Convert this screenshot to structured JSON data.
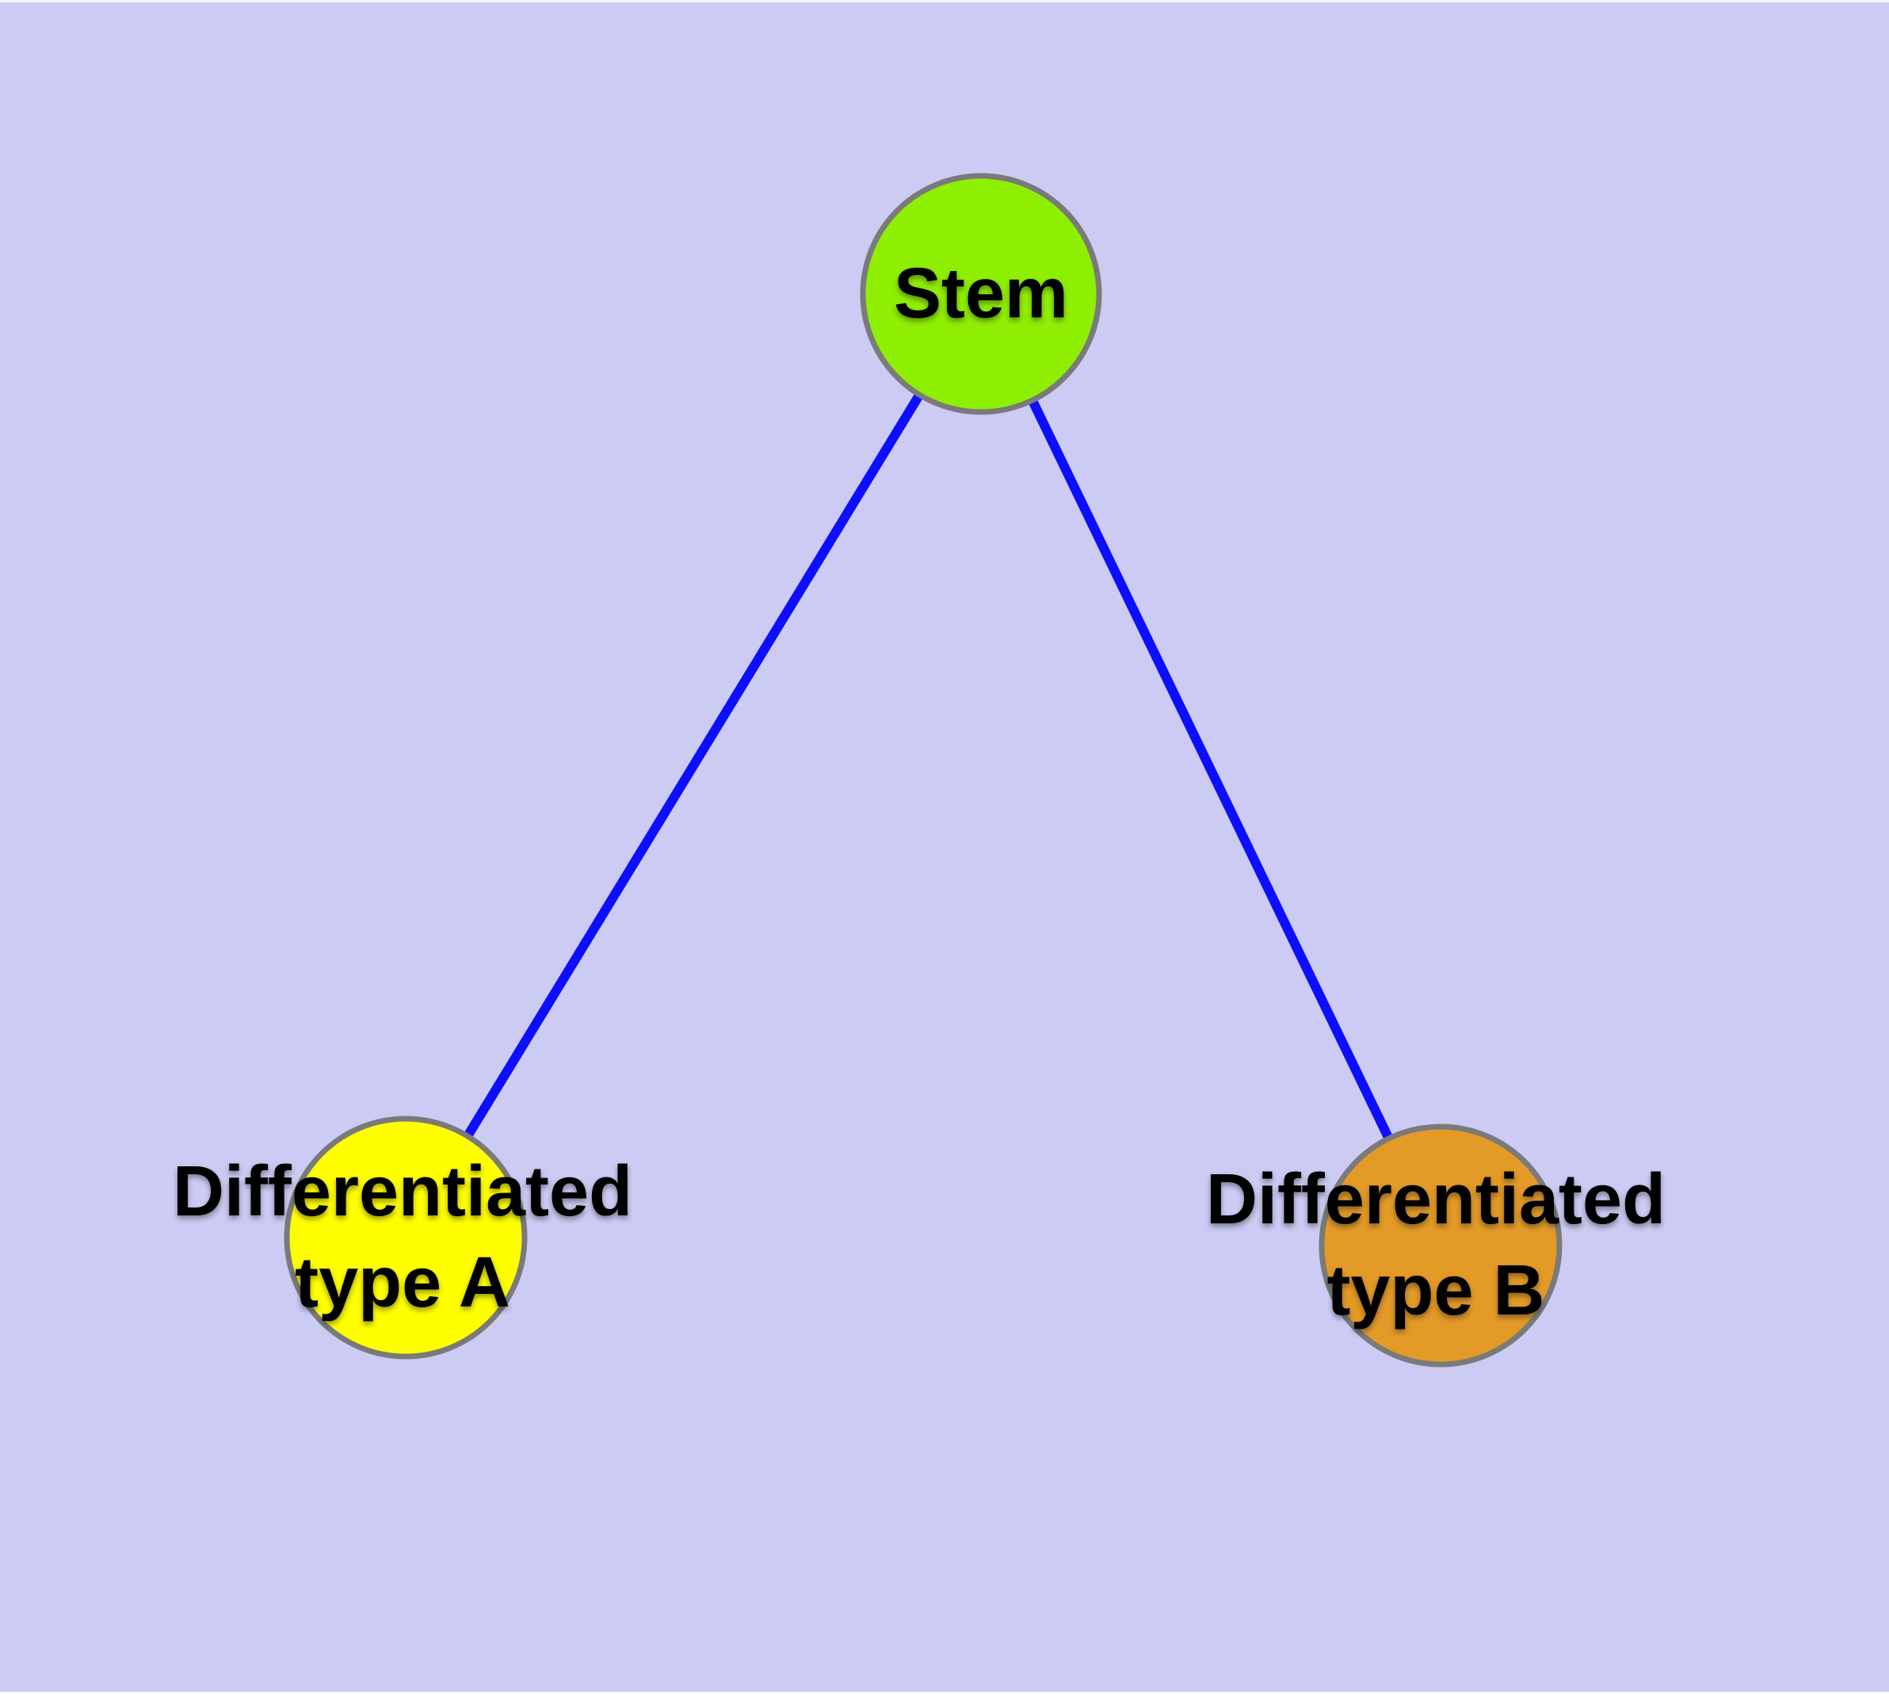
{
  "diagram": {
    "background_color": "#cbcbf4",
    "edge_color": "#0d0dff",
    "node_border_color": "#7a7a7a",
    "nodes": [
      {
        "id": "stem",
        "label": "Stem",
        "label_line2": "",
        "fill": "#8fef03"
      },
      {
        "id": "type-a",
        "label": "Differentiated",
        "label_line2": "type A",
        "fill": "#ffff00"
      },
      {
        "id": "type-b",
        "label": "Differentiated",
        "label_line2": "type B",
        "fill": "#e49a26"
      }
    ],
    "edges": [
      {
        "from": "Stem",
        "to": "Differentiated type A"
      },
      {
        "from": "Stem",
        "to": "Differentiated type B"
      }
    ]
  }
}
